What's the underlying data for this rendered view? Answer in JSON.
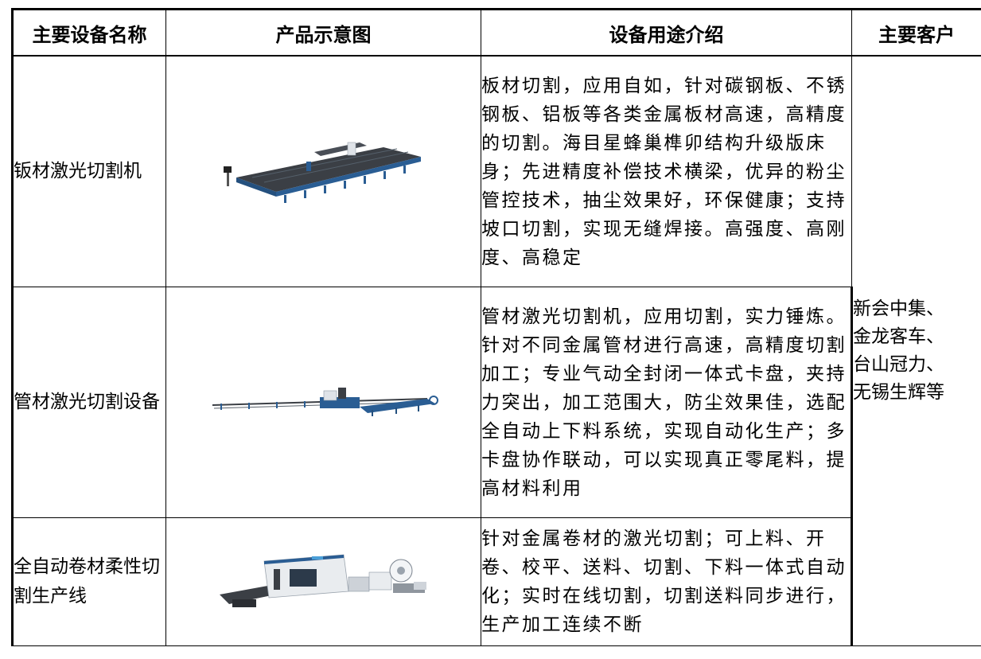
{
  "table": {
    "headers": [
      "主要设备名称",
      "产品示意图",
      "设备用途介绍",
      "主要客户"
    ],
    "rows": [
      {
        "name": "钣材激光切割机",
        "image": "sheet-laser-cutter-illustration",
        "description": "板材切割，应用自如，针对碳钢板、不锈钢板、铝板等各类金属板材高速，高精度的切割。海目星蜂巢榫卯结构升级版床身；先进精度补偿技术横梁，优异的粉尘管控技术，抽尘效果好，环保健康；支持坡口切割，实现无缝焊接。高强度、高刚度、高稳定"
      },
      {
        "name": "管材激光切割设备",
        "image": "tube-laser-cutter-illustration",
        "description": "管材激光切割机，应用切割，实力锤炼。针对不同金属管材进行高速，高精度切割加工；专业气动全封闭一体式卡盘，夹持力突出，加工范围大，防尘效果佳，选配全自动上下料系统，实现自动化生产；多卡盘协作联动，可以实现真正零尾料，提高材料利用"
      },
      {
        "name": "全自动卷材柔性切割生产线",
        "image": "coil-laser-cutting-line-illustration",
        "description": "针对金属卷材的激光切割；可上料、开卷、校平、送料、切割、下料一体式自动化；实时在线切割，切割送料同步进行，生产加工连续不断"
      }
    ],
    "customers": [
      "新会中集、",
      "金龙客车、",
      "台山冠力、",
      "无锡生辉等"
    ]
  },
  "colors": {
    "machine_blue": "#2a5d93",
    "machine_grey": "#3b3f45",
    "housing_white": "#e9ecef"
  }
}
